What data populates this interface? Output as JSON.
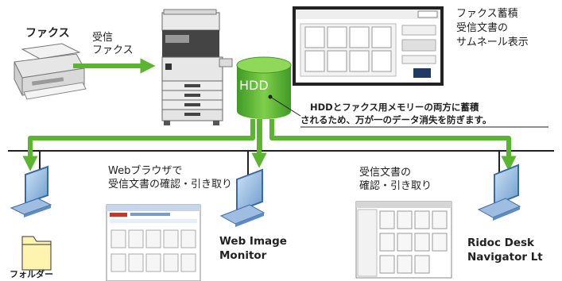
{
  "fax_machine": {
    "label": "ファクス"
  },
  "fax_input": {
    "line1": "受信",
    "line2": "ファクス"
  },
  "hdd": {
    "label": "HDD"
  },
  "thumbnail_panel": {
    "caption_line1": "ファクス蓄積",
    "caption_line2": "受信文書の",
    "caption_line3": "サムネール表示"
  },
  "storage_note": {
    "line1": "HDDとファクス用メモリーの両方に蓄積",
    "line2": "されるため、万が一のデータ消失を防ぎます。"
  },
  "client_folder": {
    "label": "フォルダー"
  },
  "client_browser": {
    "caption_line1": "Webブラウザで",
    "caption_line2": "受信文書の確認・引き取り",
    "name_line1": "Web Image",
    "name_line2": "Monitor"
  },
  "client_ridoc": {
    "caption_line1": "受信文書の",
    "caption_line2": "確認・引き取り",
    "name_line1": "Ridoc Desk",
    "name_line2": "Navigator Lt"
  },
  "colors": {
    "arrow": "#5cb531",
    "hdd": "#4aa52e",
    "network": "#222222"
  }
}
